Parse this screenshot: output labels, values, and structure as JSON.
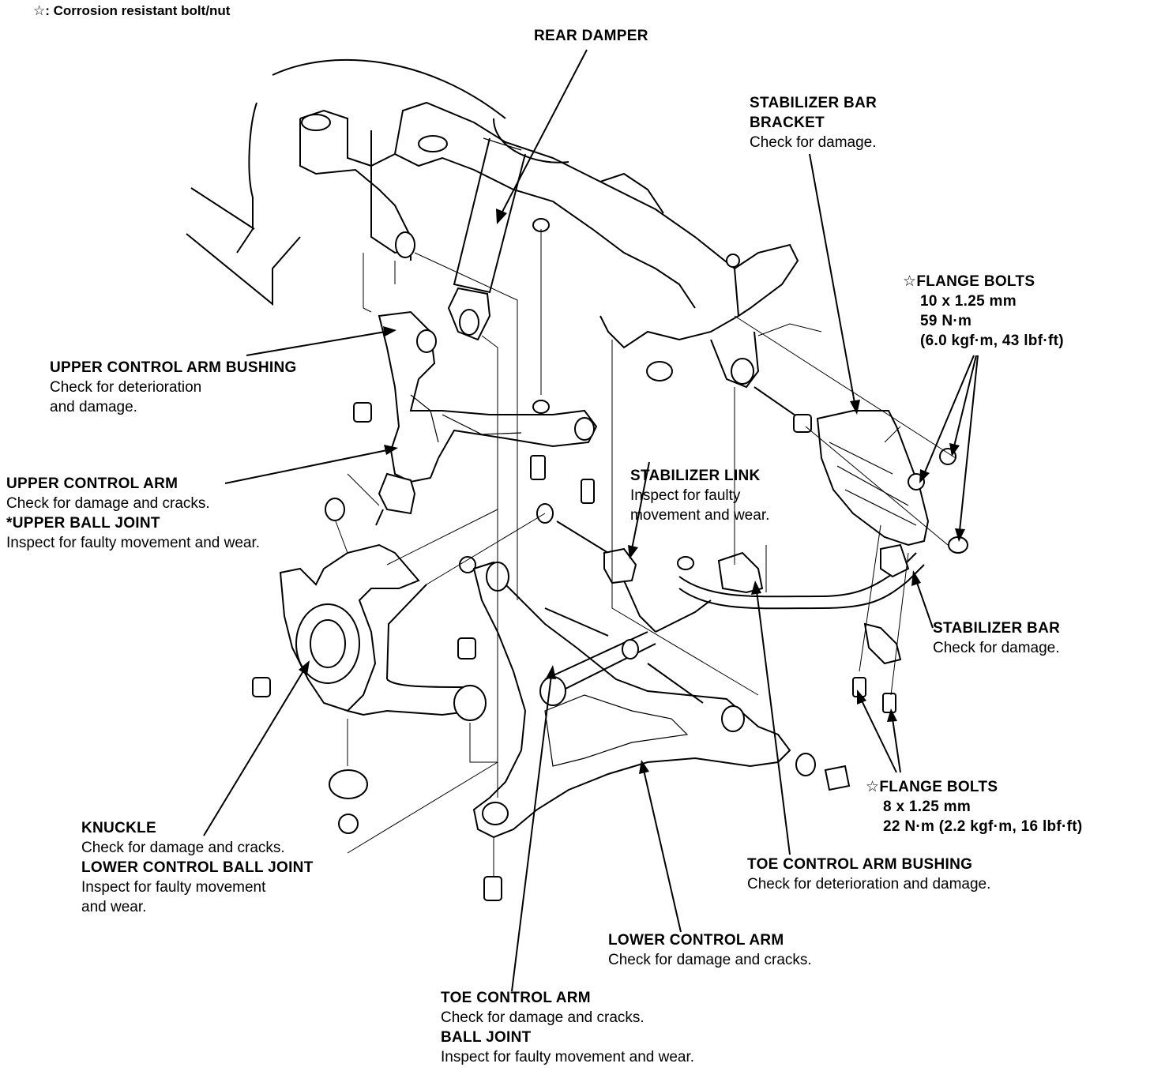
{
  "legend": {
    "symbol": "☆",
    "text": ": Corrosion resistant bolt/nut"
  },
  "labels": {
    "rear_damper": {
      "title": "REAR DAMPER"
    },
    "stabilizer_bar_bracket": {
      "title_line1": "STABILIZER BAR",
      "title_line2": "BRACKET",
      "desc": "Check for damage."
    },
    "flange_bolts_upper": {
      "title": "☆FLANGE BOLTS",
      "size": "10 x 1.25 mm",
      "torque_nm": "59 N·m",
      "torque_alt": "(6.0 kgf·m, 43 lbf·ft)"
    },
    "upper_control_arm_bushing": {
      "title": "UPPER CONTROL ARM BUSHING",
      "desc_line1": "Check for deterioration",
      "desc_line2": "and damage."
    },
    "upper_control_arm": {
      "title": "UPPER CONTROL ARM",
      "desc": "Check for damage and cracks.",
      "title2": "*UPPER BALL JOINT",
      "desc2": "Inspect for faulty movement and wear."
    },
    "stabilizer_link": {
      "title": "STABILIZER LINK",
      "desc_line1": "Inspect for faulty",
      "desc_line2": "movement and wear."
    },
    "stabilizer_bar": {
      "title": "STABILIZER BAR",
      "desc": "Check for damage."
    },
    "flange_bolts_lower": {
      "title": "☆FLANGE BOLTS",
      "size": "8 x 1.25 mm",
      "torque": "22 N·m (2.2 kgf·m, 16 lbf·ft)"
    },
    "knuckle": {
      "title": "KNUCKLE",
      "desc": "Check for damage and cracks.",
      "title2": "LOWER CONTROL BALL JOINT",
      "desc2_line1": "Inspect for faulty movement",
      "desc2_line2": "and wear."
    },
    "toe_control_arm_bushing": {
      "title": "TOE CONTROL ARM BUSHING",
      "desc": "Check for deterioration and damage."
    },
    "lower_control_arm": {
      "title": "LOWER CONTROL ARM",
      "desc": "Check for damage and cracks."
    },
    "toe_control_arm": {
      "title": "TOE CONTROL ARM",
      "desc": "Check for damage and cracks.",
      "title2": "BALL JOINT",
      "desc2": "Inspect for faulty movement and wear."
    }
  }
}
